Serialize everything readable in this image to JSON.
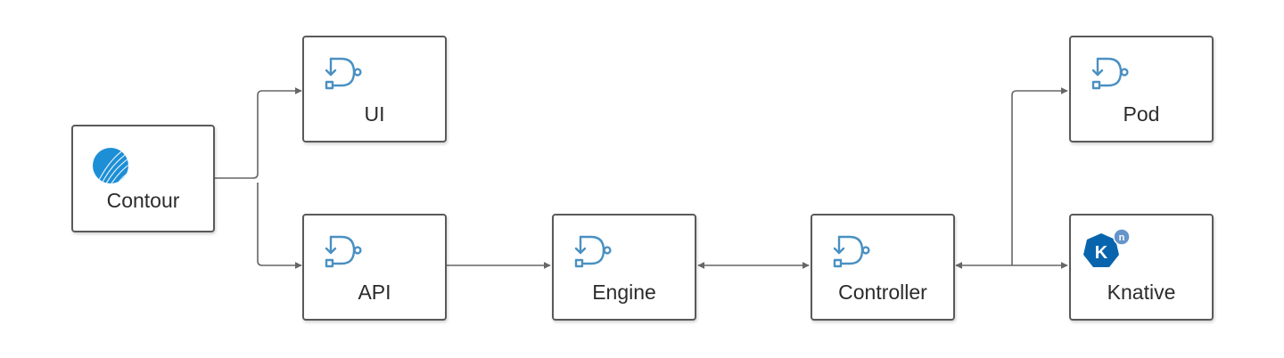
{
  "nodes": {
    "contour": {
      "label": "Contour",
      "icon": "contour-logo-icon"
    },
    "ui": {
      "label": "UI",
      "icon": "logic-gate-icon"
    },
    "api": {
      "label": "API",
      "icon": "logic-gate-icon"
    },
    "engine": {
      "label": "Engine",
      "icon": "logic-gate-icon"
    },
    "controller": {
      "label": "Controller",
      "icon": "logic-gate-icon"
    },
    "pod": {
      "label": "Pod",
      "icon": "logic-gate-icon"
    },
    "knative": {
      "label": "Knative",
      "icon": "knative-logo-icon",
      "badge": "n"
    }
  },
  "edges": [
    {
      "from": "contour",
      "to": "ui",
      "direction": "forward"
    },
    {
      "from": "contour",
      "to": "api",
      "direction": "forward"
    },
    {
      "from": "api",
      "to": "engine",
      "direction": "forward"
    },
    {
      "from": "engine",
      "to": "controller",
      "direction": "both"
    },
    {
      "from": "controller",
      "to": "pod",
      "direction": "forward"
    },
    {
      "from": "controller",
      "to": "knative",
      "direction": "both"
    }
  ],
  "colors": {
    "box_border": "#5a5a5a",
    "connector": "#666666",
    "gate_icon": "#4a90c2",
    "contour_blue": "#1e8fd6",
    "knative_blue": "#0865ad",
    "knative_badge": "#6695ca"
  }
}
